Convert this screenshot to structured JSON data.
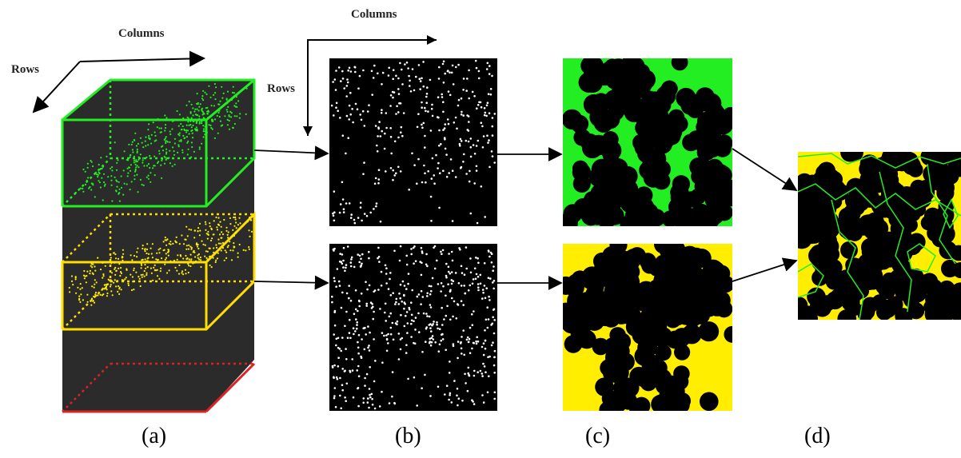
{
  "axes": {
    "panel_a": {
      "columns": "Columns",
      "rows": "Rows"
    },
    "panel_b": {
      "columns": "Columns",
      "rows": "Rows"
    }
  },
  "captions": {
    "a": "(a)",
    "b": "(b)",
    "c": "(c)",
    "d": "(d)"
  },
  "colors": {
    "background": "#ffffff",
    "volume": "#2b2b2b",
    "image": "#000000",
    "green": "#22ee22",
    "yellow": "#ffee00",
    "red": "#dd2222",
    "dots": "#ffffff"
  },
  "layers": [
    "green",
    "yellow",
    "red"
  ]
}
